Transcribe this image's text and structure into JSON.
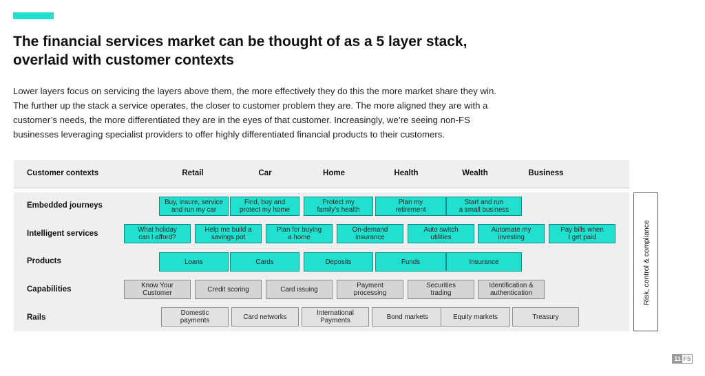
{
  "title_lines": [
    "The financial services market can be thought of as a 5 layer stack,",
    "overlaid with customer contexts"
  ],
  "description_lines": [
    "Lower layers focus on servicing the layers above them, the more effectively they do this the more market share they win.",
    "The further up the stack a service operates, the closer to customer problem they are. The more aligned they are with a",
    "customer’s needs, the more differentiated they are in the eyes of that customer. Increasingly, we’re seeing non-FS",
    "businesses leveraging specialist providers to offer highly differentiated financial products to their customers."
  ],
  "header": {
    "label": "Customer contexts",
    "contexts": [
      "Retail",
      "Car",
      "Home",
      "Health",
      "Wealth",
      "Business"
    ]
  },
  "layers": [
    {
      "label": "Embedded journeys",
      "items": [
        "Buy, insure, service\nand run my car",
        "Find, buy and\nprotect my home",
        "Protect my\nfamily’s health",
        "Plan my\nretirement",
        "Start and run\na small business"
      ]
    },
    {
      "label": "Intelligent services",
      "items": [
        "What holiday\ncan I afford?",
        "Help me build a\nsavings pot",
        "Plan for buying\na home",
        "On-demand\ninsurance",
        "Auto switch\nutilities",
        "Automate my\ninvesting",
        "Pay bills when\nI get paid"
      ]
    },
    {
      "label": "Products",
      "items": [
        "Loans",
        "Cards",
        "Deposits",
        "Funds",
        "Insurance"
      ]
    },
    {
      "label": "Capabilities",
      "items": [
        "Know Your\nCustomer",
        "Credit scoring",
        "Card issuing",
        "Payment\nprocessing",
        "Securities\ntrading",
        "Identification &\nauthentication"
      ]
    },
    {
      "label": "Rails",
      "items": [
        "Domestic\npayments",
        "Card networks",
        "International\nPayments",
        "Bond markets",
        "Equity markets",
        "Treasury"
      ]
    }
  ],
  "side_label": "Risk, control & compliance",
  "logo": {
    "left": "11",
    "right": "FS"
  },
  "colors": {
    "accent": "#22e0cf",
    "grey_box": "#d5d5d5",
    "band": "#efefef"
  }
}
